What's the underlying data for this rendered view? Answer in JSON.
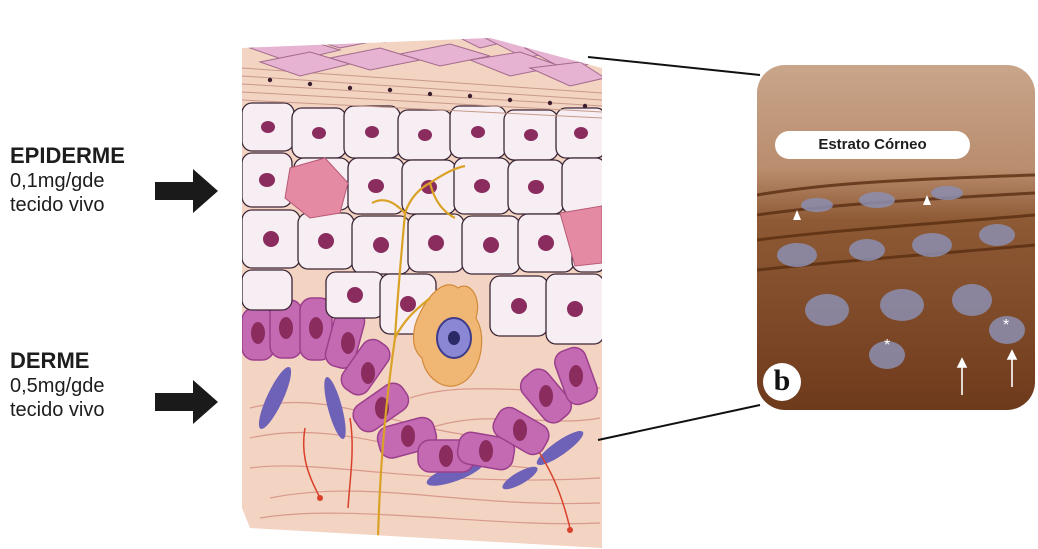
{
  "labels": {
    "epiderme": {
      "title": "EPIDERME",
      "line1": "0,1mg/gde",
      "line2": "tecido vivo"
    },
    "derme": {
      "title": "DERME",
      "line1": "0,5mg/gde",
      "line2": "tecido vivo"
    }
  },
  "micrograph": {
    "label": "Estrato Córneo",
    "panel_letter": "b"
  },
  "colors": {
    "arrow": "#1a1a1a",
    "skin_background": "#f3d3c2",
    "corneum": "#e6b3d2",
    "cell_fill": "#f7eef3",
    "nucleus": "#8a2c5e",
    "basal_cells": "#c46ab3",
    "nerve": "#d9a227",
    "fibroblast": "#6e62b8",
    "vessel": "#d8402a",
    "micro_brown": "#8e5a35"
  }
}
